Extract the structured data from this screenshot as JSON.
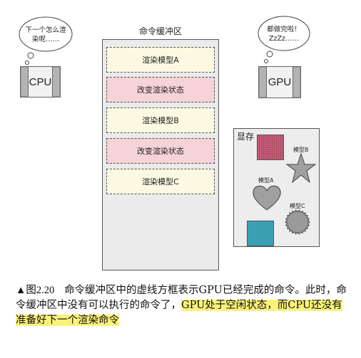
{
  "cpu": {
    "bubble": "下一个怎么渲\n染呢……",
    "label": "CPU"
  },
  "gpu": {
    "bubble": "都做完啦！\nZzZz……",
    "label": "GPU"
  },
  "command_buffer": {
    "title": "命令缓冲区",
    "commands": [
      {
        "label": "渲染模型A",
        "kind": "render"
      },
      {
        "label": "改变渲染状态",
        "kind": "change"
      },
      {
        "label": "渲染模型B",
        "kind": "render"
      },
      {
        "label": "改变渲染状态",
        "kind": "change"
      },
      {
        "label": "渲染模型C",
        "kind": "render"
      }
    ]
  },
  "vram": {
    "title": "显存",
    "model_a": "模型A",
    "model_b": "模型B",
    "model_c": "模型C",
    "colors": {
      "texture": "#c9607a",
      "texture_grid": "#7a2a40",
      "teal": "#3aa1b5",
      "shape_gray": "#9a9a9a"
    }
  },
  "caption": {
    "figure_mark": "▲图2.20",
    "part1": "命令缓冲区中的虚线方框表示GPU已经完成的命令。此时，命令缓冲区中没有可以执行的命令了，",
    "highlight": "GPU处于空闲状态，而CPU还没有准备好下一个渲染命令"
  }
}
